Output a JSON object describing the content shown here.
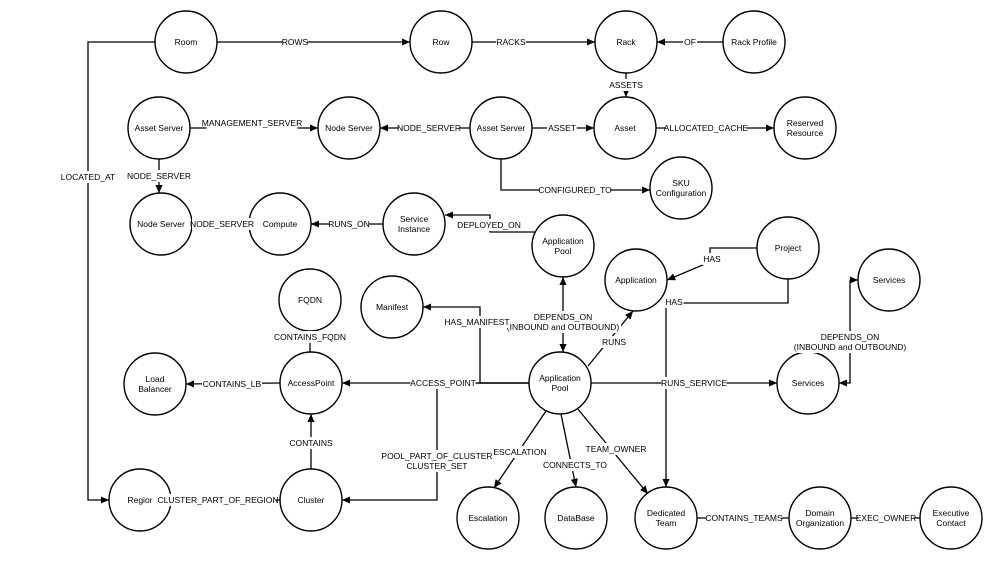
{
  "diagram": {
    "nodes": [
      {
        "id": "room",
        "lines": [
          "Room"
        ]
      },
      {
        "id": "row",
        "lines": [
          "Row"
        ]
      },
      {
        "id": "rack",
        "lines": [
          "Rack"
        ]
      },
      {
        "id": "rack_profile",
        "lines": [
          "Rack Profile"
        ]
      },
      {
        "id": "asset_server_left",
        "lines": [
          "Asset Server"
        ]
      },
      {
        "id": "node_server_mid",
        "lines": [
          "Node Server"
        ]
      },
      {
        "id": "asset_server_mid",
        "lines": [
          "Asset Server"
        ]
      },
      {
        "id": "asset",
        "lines": [
          "Asset"
        ]
      },
      {
        "id": "reserved_resource",
        "lines": [
          "Reserved",
          "Resource"
        ]
      },
      {
        "id": "sku_configuration",
        "lines": [
          "SKU",
          "Configuration"
        ]
      },
      {
        "id": "node_server_left",
        "lines": [
          "Node Server"
        ]
      },
      {
        "id": "compute",
        "lines": [
          "Compute"
        ]
      },
      {
        "id": "service_instance",
        "lines": [
          "Service",
          "Instance"
        ]
      },
      {
        "id": "application_pool_top",
        "lines": [
          "Application",
          "Pool"
        ]
      },
      {
        "id": "application",
        "lines": [
          "Application"
        ]
      },
      {
        "id": "project",
        "lines": [
          "Project"
        ]
      },
      {
        "id": "services_top",
        "lines": [
          "Services"
        ]
      },
      {
        "id": "fqdn",
        "lines": [
          "FQDN"
        ]
      },
      {
        "id": "manifest",
        "lines": [
          "Manifest"
        ]
      },
      {
        "id": "load_balancer",
        "lines": [
          "Load",
          "Balancer"
        ]
      },
      {
        "id": "access_point",
        "lines": [
          "AccessPoint"
        ]
      },
      {
        "id": "application_pool_main",
        "lines": [
          "Application",
          "Pool"
        ]
      },
      {
        "id": "services_bottom",
        "lines": [
          "Services"
        ]
      },
      {
        "id": "region",
        "lines": [
          "Regior"
        ]
      },
      {
        "id": "cluster",
        "lines": [
          "Cluster"
        ]
      },
      {
        "id": "escalation",
        "lines": [
          "Escalation"
        ]
      },
      {
        "id": "database",
        "lines": [
          "DataBase"
        ]
      },
      {
        "id": "dedicated_team",
        "lines": [
          "Dedicated",
          "Team"
        ]
      },
      {
        "id": "domain_organization",
        "lines": [
          "Domain",
          "Organization"
        ]
      },
      {
        "id": "executive_contact",
        "lines": [
          "Executive",
          "Contact"
        ]
      }
    ],
    "edges": [
      {
        "id": "rows",
        "lines": [
          "ROWS"
        ]
      },
      {
        "id": "racks",
        "lines": [
          "RACKS"
        ]
      },
      {
        "id": "of",
        "lines": [
          "OF"
        ]
      },
      {
        "id": "assets",
        "lines": [
          "ASSETS"
        ]
      },
      {
        "id": "management_server",
        "lines": [
          "MANAGEMENT_SERVER"
        ]
      },
      {
        "id": "node_server_mid_edge",
        "lines": [
          "NODE_SERVER"
        ]
      },
      {
        "id": "asset_edge",
        "lines": [
          "ASSET"
        ]
      },
      {
        "id": "allocated_cache",
        "lines": [
          "ALLOCATED_CACHE"
        ]
      },
      {
        "id": "configured_to",
        "lines": [
          "CONFIGURED_TO"
        ]
      },
      {
        "id": "node_server_down",
        "lines": [
          "NODE_SERVER"
        ]
      },
      {
        "id": "node_server_compute",
        "lines": [
          "NODE_SERVER"
        ]
      },
      {
        "id": "runs_on",
        "lines": [
          "RUNS_ON"
        ]
      },
      {
        "id": "deployed_on",
        "lines": [
          "DEPLOYED_ON"
        ]
      },
      {
        "id": "located_at",
        "lines": [
          "LOCATED_AT"
        ]
      },
      {
        "id": "has_project_app",
        "lines": [
          "HAS"
        ]
      },
      {
        "id": "has_project_team",
        "lines": [
          "HAS"
        ]
      },
      {
        "id": "depends_on_pools",
        "lines": [
          "DEPENDS_ON",
          "(INBOUND and OUTBOUND)"
        ]
      },
      {
        "id": "depends_on_services",
        "lines": [
          "DEPENDS_ON",
          "(INBOUND and OUTBOUND)"
        ]
      },
      {
        "id": "contains_fqdn",
        "lines": [
          "CONTAINS_FQDN"
        ]
      },
      {
        "id": "has_manifest",
        "lines": [
          "HAS_MANIFEST"
        ]
      },
      {
        "id": "runs",
        "lines": [
          "RUNS"
        ]
      },
      {
        "id": "contains_lb",
        "lines": [
          "CONTAINS_LB"
        ]
      },
      {
        "id": "access_point_edge",
        "lines": [
          "ACCESS_POINT"
        ]
      },
      {
        "id": "runs_service",
        "lines": [
          "RUNS_SERVICE"
        ]
      },
      {
        "id": "contains",
        "lines": [
          "CONTAINS"
        ]
      },
      {
        "id": "pool_part_of_cluster",
        "lines": [
          "POOL_PART_OF_CLUSTER",
          "CLUSTER_SET"
        ]
      },
      {
        "id": "escalation_edge",
        "lines": [
          "ESCALATION"
        ]
      },
      {
        "id": "connects_to",
        "lines": [
          "CONNECTS_TO"
        ]
      },
      {
        "id": "team_owner",
        "lines": [
          "TEAM_OWNER"
        ]
      },
      {
        "id": "cluster_part_of_region",
        "lines": [
          "CLUSTER_PART_OF_REGION"
        ]
      },
      {
        "id": "contains_teams",
        "lines": [
          "CONTAINS_TEAMS"
        ]
      },
      {
        "id": "exec_owner",
        "lines": [
          "EXEC_OWNER"
        ]
      }
    ]
  }
}
